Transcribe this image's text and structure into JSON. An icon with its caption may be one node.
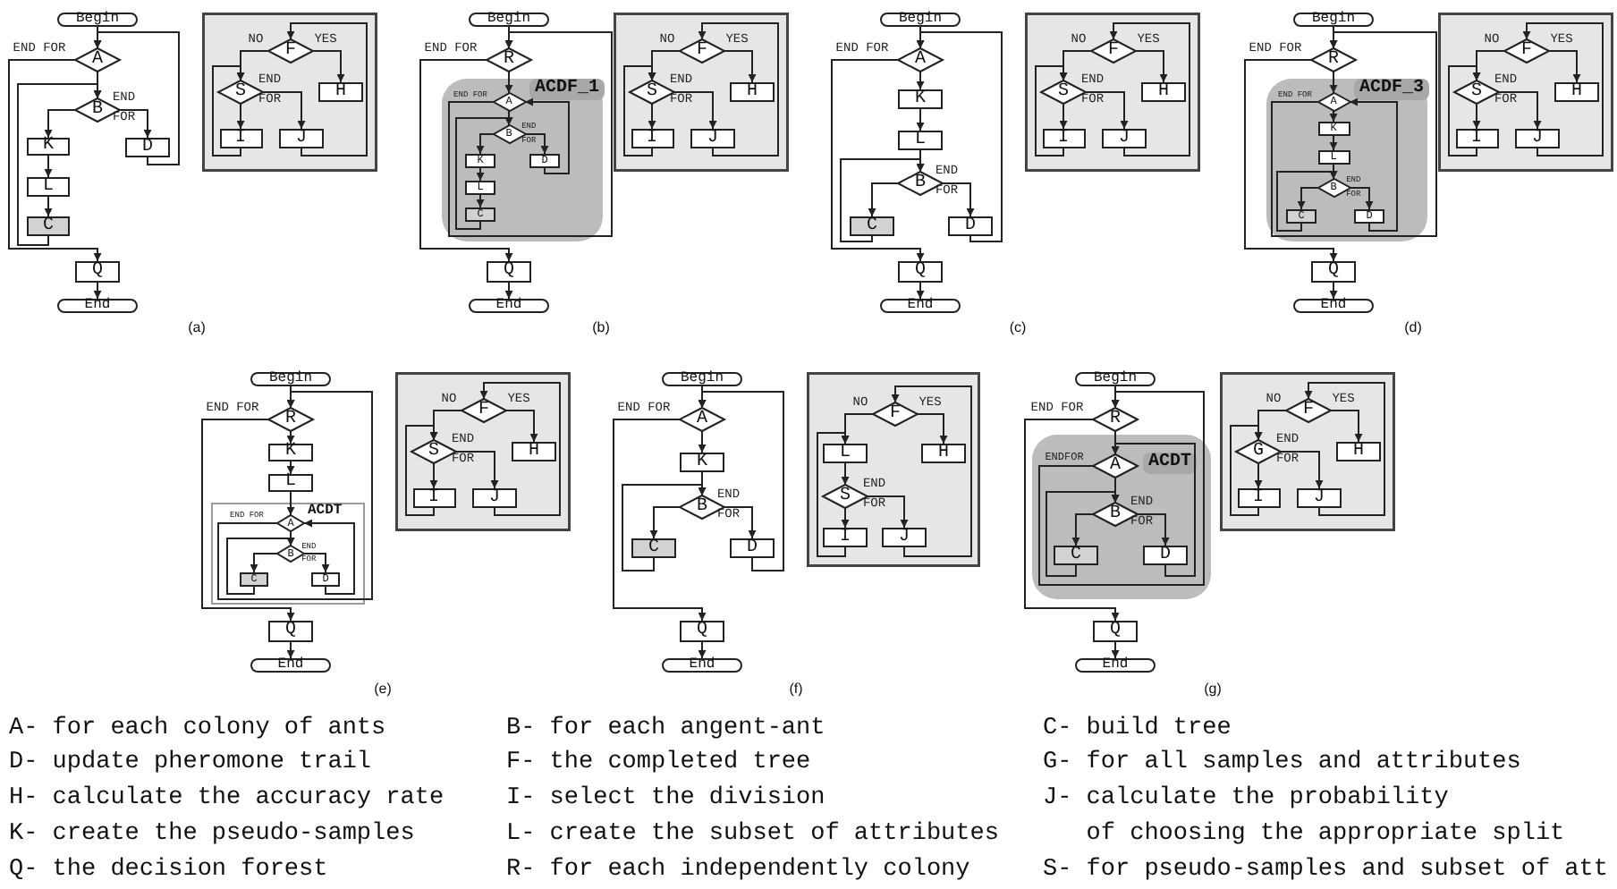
{
  "diagram": {
    "nodes": [
      {
        "text": [
          "Begin"
        ]
      },
      {
        "text": [
          "A"
        ]
      },
      {
        "text": [
          "B"
        ]
      },
      {
        "text": [
          "K"
        ]
      },
      {
        "text": [
          "L"
        ]
      },
      {
        "text": [
          "C"
        ]
      },
      {
        "text": [
          "D"
        ]
      },
      {
        "text": [
          "Q"
        ]
      },
      {
        "text": [
          "End"
        ]
      },
      {
        "text": [],
        "shape": "box"
      },
      {
        "text": [
          "F"
        ],
        "in": 9
      },
      {
        "text": [
          "S"
        ],
        "in": 9
      },
      {
        "text": [
          "H"
        ],
        "in": 9
      },
      {
        "text": [
          "I"
        ],
        "in": 9
      },
      {
        "text": [
          "J"
        ],
        "in": 9
      },
      {
        "text": [
          "Begin"
        ]
      },
      {
        "text": [
          "R"
        ]
      },
      {
        "text": [
          "ACDF_1"
        ]
      },
      {
        "text": [
          "A"
        ],
        "in": 17
      },
      {
        "text": [
          "B"
        ],
        "in": 17
      },
      {
        "text": [
          "K"
        ],
        "in": 17
      },
      {
        "text": [
          "L"
        ],
        "in": 17
      },
      {
        "text": [
          "C"
        ],
        "in": 17
      },
      {
        "text": [
          "D"
        ],
        "in": 17
      },
      {
        "text": [
          "Q"
        ]
      },
      {
        "text": [
          "End"
        ]
      },
      {
        "text": [],
        "shape": "box"
      },
      {
        "text": [
          "F"
        ],
        "in": 26
      },
      {
        "text": [
          "S"
        ],
        "in": 26
      },
      {
        "text": [
          "H"
        ],
        "in": 26
      },
      {
        "text": [
          "I"
        ],
        "in": 26
      },
      {
        "text": [
          "J"
        ],
        "in": 26
      },
      {
        "text": [
          "Begin"
        ]
      },
      {
        "text": [
          "A"
        ]
      },
      {
        "text": [
          "K"
        ]
      },
      {
        "text": [
          "L"
        ]
      },
      {
        "text": [
          "B"
        ]
      },
      {
        "text": [
          "C"
        ]
      },
      {
        "text": [
          "D"
        ]
      },
      {
        "text": [
          "Q"
        ]
      },
      {
        "text": [
          "End"
        ]
      },
      {
        "text": [],
        "shape": "box"
      },
      {
        "text": [
          "F"
        ],
        "in": 41
      },
      {
        "text": [
          "S"
        ],
        "in": 41
      },
      {
        "text": [
          "H"
        ],
        "in": 41
      },
      {
        "text": [
          "I"
        ],
        "in": 41
      },
      {
        "text": [
          "J"
        ],
        "in": 41
      },
      {
        "text": [
          "Begin"
        ]
      },
      {
        "text": [
          "R"
        ]
      },
      {
        "text": [
          "ACDF_3"
        ]
      },
      {
        "text": [
          "A"
        ],
        "in": 49
      },
      {
        "text": [
          "K"
        ],
        "in": 49
      },
      {
        "text": [
          "L"
        ],
        "in": 49
      },
      {
        "text": [
          "B"
        ],
        "in": 49
      },
      {
        "text": [
          "C"
        ],
        "in": 49
      },
      {
        "text": [
          "D"
        ],
        "in": 49
      },
      {
        "text": [
          "Q"
        ]
      },
      {
        "text": [
          "End"
        ]
      },
      {
        "text": [],
        "shape": "box"
      },
      {
        "text": [
          "F"
        ],
        "in": 58
      },
      {
        "text": [
          "S"
        ],
        "in": 58
      },
      {
        "text": [
          "H"
        ],
        "in": 58
      },
      {
        "text": [
          "I"
        ],
        "in": 58
      },
      {
        "text": [
          "J"
        ],
        "in": 58
      },
      {
        "text": [
          "Begin"
        ]
      },
      {
        "text": [
          "R"
        ]
      },
      {
        "text": [
          "K"
        ]
      },
      {
        "text": [
          "L"
        ]
      },
      {
        "text": [
          "ACDT"
        ]
      },
      {
        "text": [
          "A"
        ],
        "in": 68
      },
      {
        "text": [
          "B"
        ],
        "in": 68
      },
      {
        "text": [
          "C"
        ],
        "in": 68
      },
      {
        "text": [
          "D"
        ],
        "in": 68
      },
      {
        "text": [
          "Q"
        ]
      },
      {
        "text": [
          "End"
        ]
      },
      {
        "text": [],
        "shape": "box"
      },
      {
        "text": [
          "F"
        ],
        "in": 75
      },
      {
        "text": [
          "S"
        ],
        "in": 75
      },
      {
        "text": [
          "H"
        ],
        "in": 75
      },
      {
        "text": [
          "I"
        ],
        "in": 75
      },
      {
        "text": [
          "J"
        ],
        "in": 75
      },
      {
        "text": [
          "Begin"
        ]
      },
      {
        "text": [
          "A"
        ]
      },
      {
        "text": [
          "K"
        ]
      },
      {
        "text": [
          "B"
        ]
      },
      {
        "text": [
          "C"
        ]
      },
      {
        "text": [
          "D"
        ]
      },
      {
        "text": [
          "Q"
        ]
      },
      {
        "text": [
          "End"
        ]
      },
      {
        "text": [],
        "shape": "box"
      },
      {
        "text": [
          "F"
        ],
        "in": 89
      },
      {
        "text": [
          "L"
        ],
        "in": 89
      },
      {
        "text": [
          "H"
        ],
        "in": 89
      },
      {
        "text": [
          "S"
        ],
        "in": 89
      },
      {
        "text": [
          "I"
        ],
        "in": 89
      },
      {
        "text": [
          "J"
        ],
        "in": 89
      },
      {
        "text": [
          "Begin"
        ]
      },
      {
        "text": [
          "R"
        ]
      },
      {
        "text": [
          "ACDT"
        ]
      },
      {
        "text": [
          "A"
        ],
        "in": 98
      },
      {
        "text": [
          "B"
        ],
        "in": 98
      },
      {
        "text": [
          "C"
        ],
        "in": 98
      },
      {
        "text": [
          "D"
        ],
        "in": 98
      },
      {
        "text": [
          "Q"
        ]
      },
      {
        "text": [
          "End"
        ]
      },
      {
        "text": [],
        "shape": "box"
      },
      {
        "text": [
          "F"
        ],
        "in": 105
      },
      {
        "text": [
          "G"
        ],
        "in": 105
      },
      {
        "text": [
          "H"
        ],
        "in": 105
      },
      {
        "text": [
          "I"
        ],
        "in": 105
      },
      {
        "text": [
          "J"
        ],
        "in": 105
      }
    ],
    "edges": [
      {
        "from": 0,
        "to": 1,
        "arrow": "to"
      },
      {
        "from": 1,
        "to": 2,
        "arrow": "to"
      },
      {
        "from": 1,
        "to": 7,
        "arrow": "to",
        "label": "END FOR"
      },
      {
        "from": 2,
        "to": 3,
        "arrow": "to"
      },
      {
        "from": 3,
        "to": 4,
        "arrow": "to"
      },
      {
        "from": 4,
        "to": 5,
        "arrow": "to"
      },
      {
        "from": 5,
        "to": 2,
        "arrow": "to"
      },
      {
        "from": 2,
        "to": 6,
        "arrow": "to",
        "label": "END FOR"
      },
      {
        "from": 6,
        "to": 1,
        "arrow": "to"
      },
      {
        "from": 7,
        "to": 8,
        "arrow": "to"
      },
      {
        "from": 10,
        "to": 11,
        "arrow": "to",
        "label": "NO"
      },
      {
        "from": 10,
        "to": 12,
        "arrow": "to",
        "label": "YES"
      },
      {
        "from": 11,
        "to": 13,
        "arrow": "to"
      },
      {
        "from": 11,
        "to": 14,
        "arrow": "to",
        "label": "END FOR"
      },
      {
        "from": 13,
        "to": 11,
        "arrow": "to"
      },
      {
        "from": 14,
        "to": 10,
        "arrow": "to"
      },
      {
        "from": 15,
        "to": 16,
        "arrow": "to"
      },
      {
        "from": 16,
        "to": 18,
        "arrow": "to"
      },
      {
        "from": 16,
        "to": 24,
        "arrow": "to",
        "label": "END FOR"
      },
      {
        "from": 18,
        "to": 19,
        "arrow": "to"
      },
      {
        "from": 18,
        "to": 16,
        "arrow": "to",
        "label": "END FOR"
      },
      {
        "from": 19,
        "to": 20,
        "arrow": "to"
      },
      {
        "from": 20,
        "to": 21,
        "arrow": "to"
      },
      {
        "from": 21,
        "to": 22,
        "arrow": "to"
      },
      {
        "from": 22,
        "to": 19,
        "arrow": "to"
      },
      {
        "from": 19,
        "to": 23,
        "arrow": "to",
        "label": "END FOR"
      },
      {
        "from": 23,
        "to": 18,
        "arrow": "to"
      },
      {
        "from": 24,
        "to": 25,
        "arrow": "to"
      },
      {
        "from": 27,
        "to": 28,
        "arrow": "to",
        "label": "NO"
      },
      {
        "from": 27,
        "to": 29,
        "arrow": "to",
        "label": "YES"
      },
      {
        "from": 28,
        "to": 30,
        "arrow": "to"
      },
      {
        "from": 28,
        "to": 31,
        "arrow": "to",
        "label": "END FOR"
      },
      {
        "from": 30,
        "to": 28,
        "arrow": "to"
      },
      {
        "from": 31,
        "to": 27,
        "arrow": "to"
      },
      {
        "from": 32,
        "to": 33,
        "arrow": "to"
      },
      {
        "from": 33,
        "to": 34,
        "arrow": "to"
      },
      {
        "from": 33,
        "to": 39,
        "arrow": "to",
        "label": "END FOR"
      },
      {
        "from": 34,
        "to": 35,
        "arrow": "to"
      },
      {
        "from": 35,
        "to": 36,
        "arrow": "to"
      },
      {
        "from": 36,
        "to": 37,
        "arrow": "to"
      },
      {
        "from": 36,
        "to": 38,
        "arrow": "to",
        "label": "END FOR"
      },
      {
        "from": 37,
        "to": 36,
        "arrow": "to"
      },
      {
        "from": 38,
        "to": 33,
        "arrow": "to"
      },
      {
        "from": 39,
        "to": 40,
        "arrow": "to"
      },
      {
        "from": 42,
        "to": 43,
        "arrow": "to",
        "label": "NO"
      },
      {
        "from": 42,
        "to": 44,
        "arrow": "to",
        "label": "YES"
      },
      {
        "from": 43,
        "to": 45,
        "arrow": "to"
      },
      {
        "from": 43,
        "to": 46,
        "arrow": "to",
        "label": "END FOR"
      },
      {
        "from": 45,
        "to": 43,
        "arrow": "to"
      },
      {
        "from": 46,
        "to": 42,
        "arrow": "to"
      },
      {
        "from": 47,
        "to": 48,
        "arrow": "to"
      },
      {
        "from": 48,
        "to": 50,
        "arrow": "to"
      },
      {
        "from": 48,
        "to": 56,
        "arrow": "to",
        "label": "END FOR"
      },
      {
        "from": 50,
        "to": 48,
        "arrow": "to",
        "label": "END FOR"
      },
      {
        "from": 50,
        "to": 51,
        "arrow": "to"
      },
      {
        "from": 51,
        "to": 52,
        "arrow": "to"
      },
      {
        "from": 52,
        "to": 53,
        "arrow": "to"
      },
      {
        "from": 53,
        "to": 54,
        "arrow": "to"
      },
      {
        "from": 53,
        "to": 55,
        "arrow": "to",
        "label": "END FOR"
      },
      {
        "from": 54,
        "to": 53,
        "arrow": "to"
      },
      {
        "from": 55,
        "to": 50,
        "arrow": "to"
      },
      {
        "from": 56,
        "to": 57,
        "arrow": "to"
      },
      {
        "from": 59,
        "to": 60,
        "arrow": "to",
        "label": "NO"
      },
      {
        "from": 59,
        "to": 61,
        "arrow": "to",
        "label": "YES"
      },
      {
        "from": 60,
        "to": 62,
        "arrow": "to"
      },
      {
        "from": 60,
        "to": 63,
        "arrow": "to",
        "label": "END FOR"
      },
      {
        "from": 62,
        "to": 60,
        "arrow": "to"
      },
      {
        "from": 63,
        "to": 59,
        "arrow": "to"
      },
      {
        "from": 64,
        "to": 65,
        "arrow": "to"
      },
      {
        "from": 65,
        "to": 66,
        "arrow": "to"
      },
      {
        "from": 65,
        "to": 73,
        "arrow": "to",
        "label": "END FOR"
      },
      {
        "from": 66,
        "to": 67,
        "arrow": "to"
      },
      {
        "from": 67,
        "to": 69,
        "arrow": "to"
      },
      {
        "from": 69,
        "to": 65,
        "arrow": "to",
        "label": "END FOR"
      },
      {
        "from": 69,
        "to": 70,
        "arrow": "to"
      },
      {
        "from": 70,
        "to": 71,
        "arrow": "to"
      },
      {
        "from": 70,
        "to": 72,
        "arrow": "to",
        "label": "END FOR"
      },
      {
        "from": 71,
        "to": 70,
        "arrow": "to"
      },
      {
        "from": 72,
        "to": 69,
        "arrow": "to"
      },
      {
        "from": 73,
        "to": 74,
        "arrow": "to"
      },
      {
        "from": 76,
        "to": 77,
        "arrow": "to",
        "label": "NO"
      },
      {
        "from": 76,
        "to": 78,
        "arrow": "to",
        "label": "YES"
      },
      {
        "from": 77,
        "to": 79,
        "arrow": "to"
      },
      {
        "from": 77,
        "to": 80,
        "arrow": "to",
        "label": "END FOR"
      },
      {
        "from": 79,
        "to": 77,
        "arrow": "to"
      },
      {
        "from": 80,
        "to": 76,
        "arrow": "to"
      },
      {
        "from": 81,
        "to": 82,
        "arrow": "to"
      },
      {
        "from": 82,
        "to": 83,
        "arrow": "to"
      },
      {
        "from": 82,
        "to": 87,
        "arrow": "to",
        "label": "END FOR"
      },
      {
        "from": 83,
        "to": 84,
        "arrow": "to"
      },
      {
        "from": 84,
        "to": 85,
        "arrow": "to"
      },
      {
        "from": 84,
        "to": 86,
        "arrow": "to",
        "label": "END FOR"
      },
      {
        "from": 85,
        "to": 84,
        "arrow": "to"
      },
      {
        "from": 86,
        "to": 82,
        "arrow": "to"
      },
      {
        "from": 87,
        "to": 88,
        "arrow": "to"
      },
      {
        "from": 90,
        "to": 91,
        "arrow": "to",
        "label": "NO"
      },
      {
        "from": 90,
        "to": 92,
        "arrow": "to",
        "label": "YES"
      },
      {
        "from": 91,
        "to": 93,
        "arrow": "to"
      },
      {
        "from": 93,
        "to": 94,
        "arrow": "to"
      },
      {
        "from": 93,
        "to": 95,
        "arrow": "to",
        "label": "END FOR"
      },
      {
        "from": 94,
        "to": 91,
        "arrow": "to"
      },
      {
        "from": 95,
        "to": 90,
        "arrow": "to"
      },
      {
        "from": 96,
        "to": 97,
        "arrow": "to"
      },
      {
        "from": 97,
        "to": 99,
        "arrow": "to"
      },
      {
        "from": 97,
        "to": 103,
        "arrow": "to",
        "label": "END FOR"
      },
      {
        "from": 99,
        "to": 97,
        "arrow": "to",
        "label": "ENDFOR"
      },
      {
        "from": 99,
        "to": 100,
        "arrow": "to"
      },
      {
        "from": 100,
        "to": 101,
        "arrow": "to"
      },
      {
        "from": 100,
        "to": 102,
        "arrow": "to",
        "label": "END FOR"
      },
      {
        "from": 101,
        "to": 100,
        "arrow": "to"
      },
      {
        "from": 102,
        "to": 99,
        "arrow": "to"
      },
      {
        "from": 103,
        "to": 104,
        "arrow": "to"
      },
      {
        "from": 106,
        "to": 107,
        "arrow": "to",
        "label": "NO"
      },
      {
        "from": 106,
        "to": 108,
        "arrow": "to",
        "label": "YES"
      },
      {
        "from": 107,
        "to": 109,
        "arrow": "to"
      },
      {
        "from": 107,
        "to": 110,
        "arrow": "to",
        "label": "END FOR"
      },
      {
        "from": 109,
        "to": 107,
        "arrow": "to"
      },
      {
        "from": 110,
        "to": 106,
        "arrow": "to"
      }
    ],
    "labels": [
      "(a)",
      "(b)",
      "(c)",
      "(d)",
      "(e)",
      "(f)",
      "(g)",
      "A- for each colony of ants",
      "B- for each angent-ant",
      "C- build tree",
      "D- update pheromone trail",
      "F- the completed tree",
      "G- for all samples and attributes",
      "H- calculate the accuracy rate",
      "I- select the division",
      "J- calculate the probability of choosing the appropriate split",
      "K- create the pseudo-samples",
      "L- create the subset of attributes",
      "Q- the decision forest",
      "R- for each independently colony",
      "S- for pseudo-samples and subset of att"
    ]
  }
}
